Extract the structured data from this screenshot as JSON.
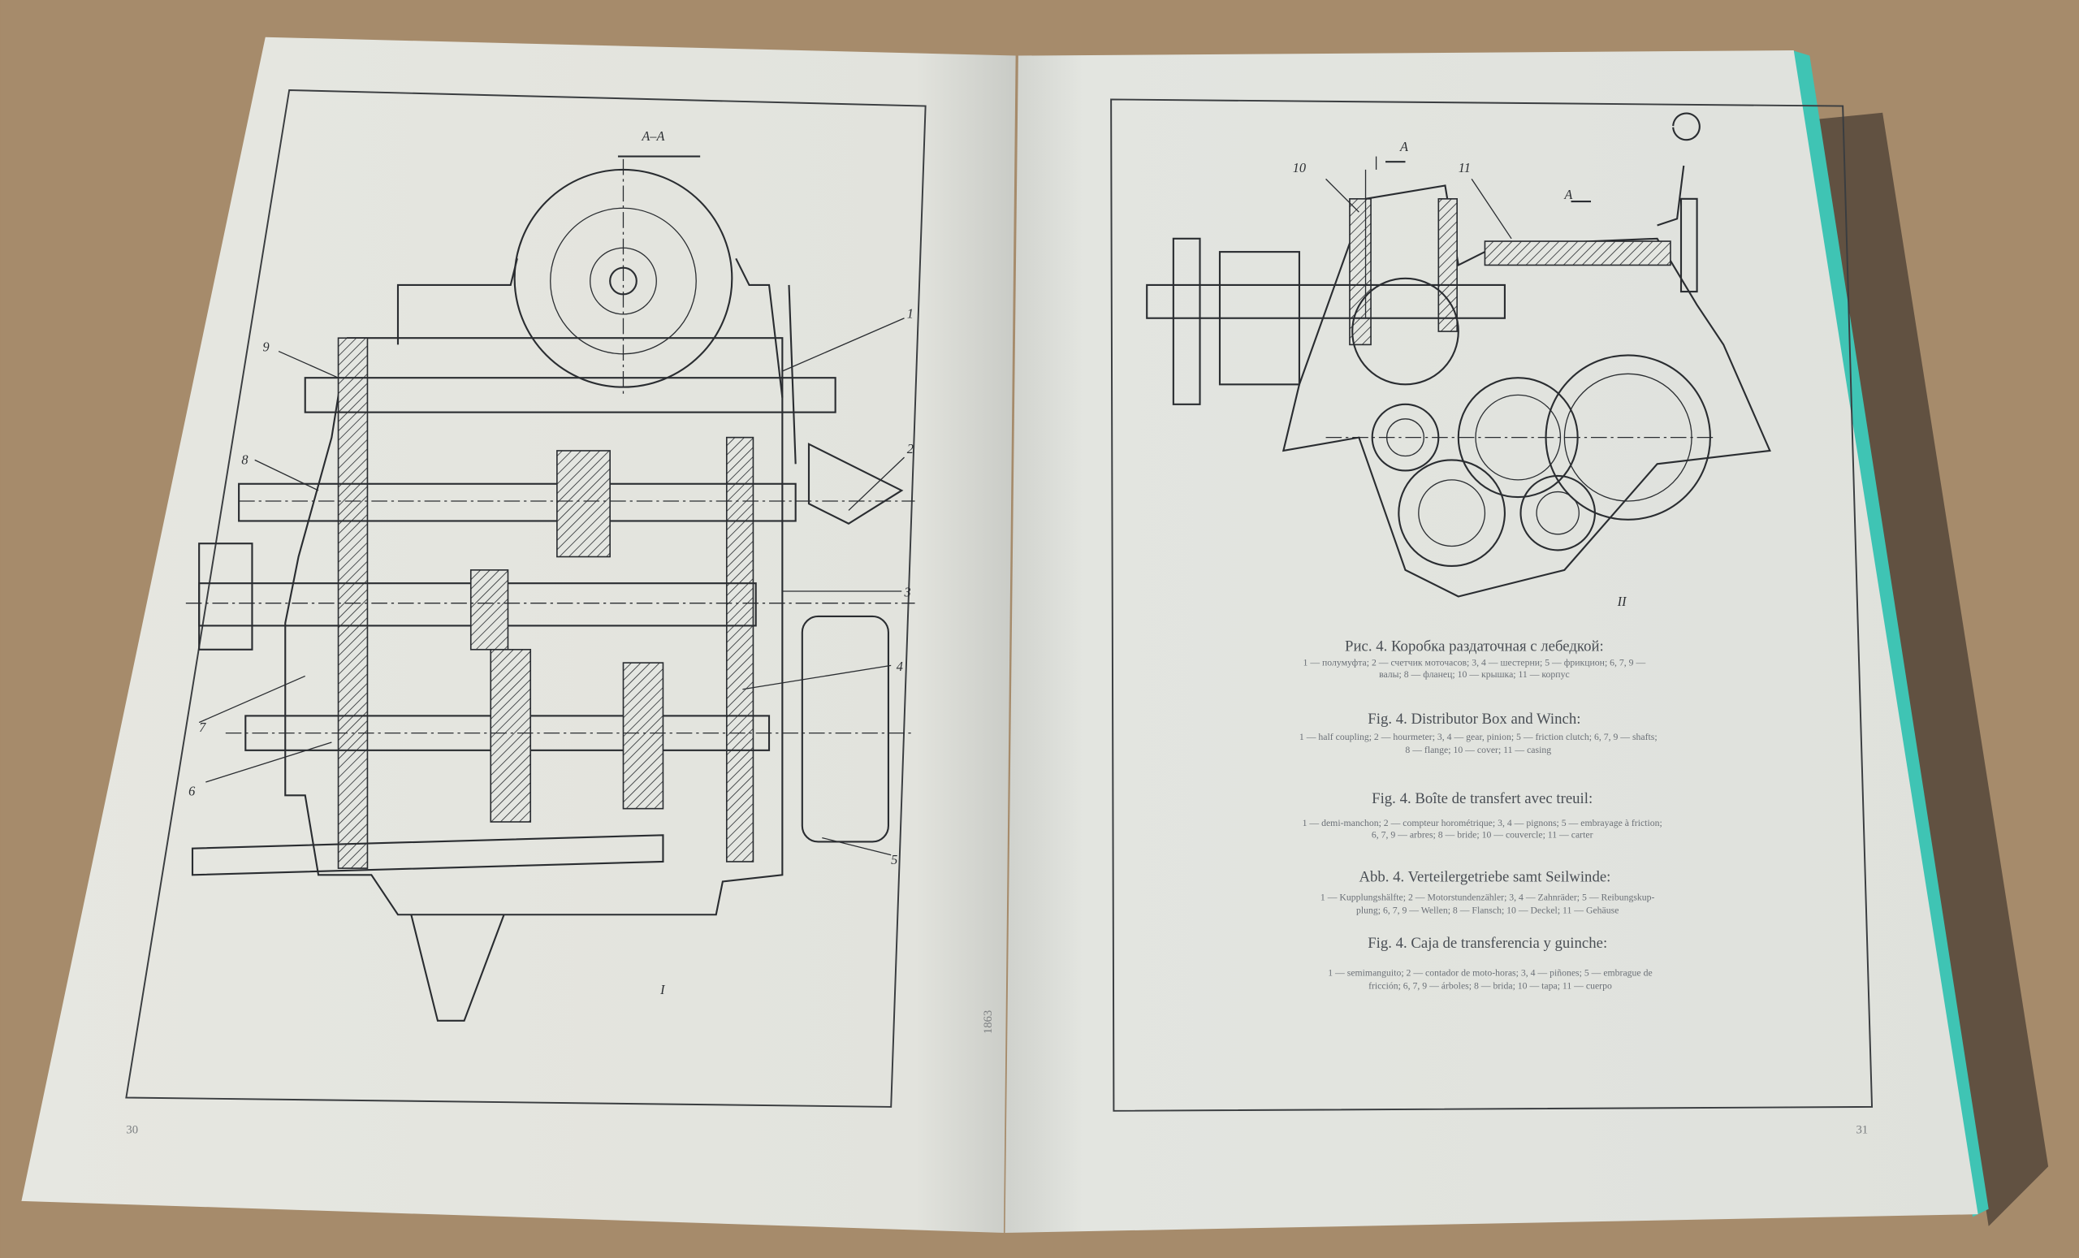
{
  "left_page": {
    "section_label": "А–А",
    "view_label": "I",
    "callouts": [
      "1",
      "2",
      "3",
      "4",
      "5",
      "6",
      "7",
      "8",
      "9"
    ],
    "page_number": "30",
    "spine_mark": "1863"
  },
  "right_page": {
    "section_marks": [
      "A",
      "A"
    ],
    "view_label": "II",
    "callouts": [
      "10",
      "11"
    ],
    "page_number": "31",
    "captions": [
      {
        "title": "Рис. 4. Коробка раздаточная с лебедкой:",
        "lines": [
          "1 — полумуфта; 2 — счетчик моточасов; 3, 4 — шестерни; 5 — фрикцион; 6, 7, 9 —",
          "валы; 8 — фланец; 10 — крышка; 11 — корпус"
        ]
      },
      {
        "title": "Fig. 4. Distributor Box and Winch:",
        "lines": [
          "1 — half coupling; 2 — hourmeter; 3, 4 — gear, pinion; 5 — friction clutch; 6, 7, 9 — shafts;",
          "8 — flange; 10 — cover; 11 — casing"
        ]
      },
      {
        "title": "Fig. 4. Boîte de transfert avec treuil:",
        "lines": [
          "1 — demi-manchon; 2 — compteur horométrique; 3, 4 — pignons; 5 — embrayage à friction;",
          "6, 7, 9 — arbres; 8 — bride; 10 — couvercle; 11 — carter"
        ]
      },
      {
        "title": "Abb. 4. Verteilergetriebe samt Seilwinde:",
        "lines": [
          "1 — Kupplungshälfte; 2 — Motorstundenzähler; 3, 4 — Zahnräder; 5 — Reibungskup-",
          "plung; 6, 7, 9 — Wellen; 8 — Flansch; 10 — Deckel; 11 — Gehäuse"
        ]
      },
      {
        "title": "Fig. 4. Caja de transferencia y guinche:",
        "lines": [
          "1 — semimanguito; 2 — contador de moto-horas; 3, 4 — piñones; 5 — embrague de",
          "fricción; 6, 7, 9 — árboles; 8 — brida; 10 — tapa; 11 — cuerpo"
        ]
      }
    ]
  },
  "colors": {
    "paper": "#e4e6e1",
    "cardboard": "#a48a6a",
    "cover_edge": "#3fc4b4",
    "ink": "#2a2d31"
  }
}
